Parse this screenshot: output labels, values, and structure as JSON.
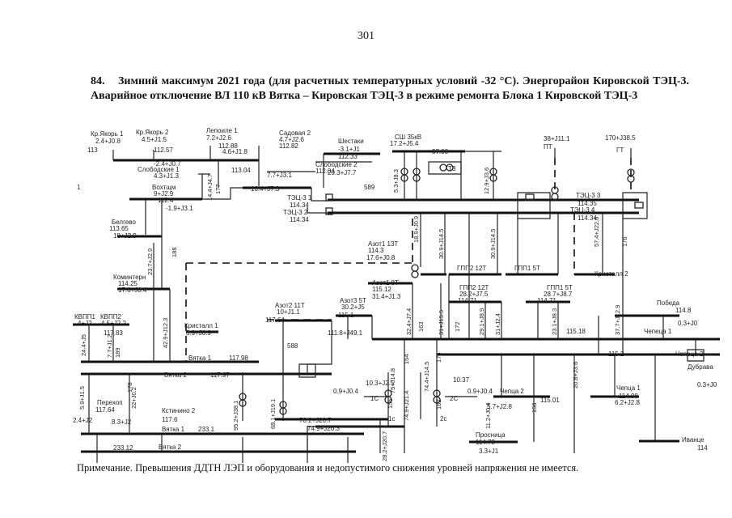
{
  "page_number": "301",
  "heading": {
    "number": "84.",
    "text": "Зимний максимум 2021 года (для расчетных температурных условий -32 °С). Энергорайон Кировской ТЭЦ-3. Аварийное отключение ВЛ 110 кВ Вятка – Кировская ТЭЦ-3 в режиме ремонта Блока 1 Кировской ТЭЦ-3"
  },
  "note": "Примечание. Превышения ДДТН ЛЭП и оборудования и недопустимого снижения уровней напряжения не имеется.",
  "diagram": {
    "nodes": [
      {
        "id": "kr_yakorya1",
        "label": "Кр.Якорь 1",
        "flow": "2.4+J0.8",
        "voltage": "113"
      },
      {
        "id": "kr_yakorya2",
        "label": "Кр.Якорь 2",
        "flow": "4.5+J1.5",
        "voltage": "112.57"
      },
      {
        "id": "lepoile1",
        "label": "Лепоиле 1",
        "flow": "7.2+J2.6",
        "voltage": "112.88"
      },
      {
        "id": "sadovaya2",
        "label": "Садовая 2",
        "flow": "4.7+J2.6",
        "voltage": "112.82"
      },
      {
        "id": "shestaki",
        "label": "Шестаки",
        "flow": "-3.1+J1",
        "voltage": "112.33"
      },
      {
        "id": "sh35",
        "label": "СШ 35кВ",
        "flow": "17.2+J5.4",
        "voltage": "37.08"
      },
      {
        "id": "t3",
        "label": "Т3"
      },
      {
        "id": "gt",
        "label": "ГТ",
        "flow": "170+J38.5"
      },
      {
        "id": "pt",
        "label": "ПТ",
        "flow": "38+J11.1"
      },
      {
        "id": "slobodskoe1",
        "label": "Слободские 1",
        "flow": "4.3+J1.3",
        "voltage": "113.04"
      },
      {
        "id": "slobodskoe2",
        "label": "Слободские 2",
        "voltage": "112.04"
      },
      {
        "id": "vokhtsh",
        "label": "Вохтщм",
        "flow": "9+J2.9",
        "voltage": "112.4"
      },
      {
        "id": "tec3_1",
        "label": "ТЭЦ-3 1",
        "voltage": "114.34"
      },
      {
        "id": "tec3_2",
        "label": "ТЭЦ-3 2",
        "voltage": "114.34"
      },
      {
        "id": "tec3_3",
        "label": "ТЭЦ-3 3",
        "voltage": "114.35"
      },
      {
        "id": "tec3_4",
        "label": "ТЭЦ-3 4",
        "voltage": "114.34"
      },
      {
        "id": "belgevo",
        "label": "Белгево",
        "voltage": "113.65",
        "flow": "18+J2.9"
      },
      {
        "id": "azot1_13t",
        "label": "Азот1 13Т",
        "voltage": "114.3",
        "flow": "17.6+J0.8"
      },
      {
        "id": "gpp2_12t",
        "label": "ГПП2 12Т"
      },
      {
        "id": "gpp1_5t",
        "label": "ГПП1 5Т"
      },
      {
        "id": "kristall2",
        "label": "Кристалл 2"
      },
      {
        "id": "komintern",
        "label": "Коминтерн",
        "voltage": "114.25",
        "flow": "17.6+J0.4"
      },
      {
        "id": "azot1_8t",
        "label": "Азот1 8Т",
        "voltage": "115.12",
        "flow": "31.4+J1.3"
      },
      {
        "id": "gpp2_12t_b",
        "label": "ГПП2 12Т",
        "flow": "28.2+J7.5",
        "voltage": "114.71"
      },
      {
        "id": "gpp1_5t_b",
        "label": "ГПП1 5Т",
        "flow": "28.7+J8.7",
        "voltage": "114.71"
      },
      {
        "id": "pobeda",
        "label": "Победа",
        "voltage": "114.8",
        "flow": "0.3+J0"
      },
      {
        "id": "kvspp1",
        "label": "КВПП1",
        "flow": "4+J2"
      },
      {
        "id": "kvspp2",
        "label": "КВПП2",
        "flow": "4.5+J2.2",
        "voltage": "117.83"
      },
      {
        "id": "azot2_11t",
        "label": "Азот2 11Т",
        "flow": "10+J1.1",
        "voltage": "117.64"
      },
      {
        "id": "azot3_5t",
        "label": "Азот3 5Т",
        "flow": "30.2+J5",
        "voltage": "115.1"
      },
      {
        "id": "kristall1",
        "label": "Кристалл 1",
        "flow": "3.9+J0.9"
      },
      {
        "id": "chepca1",
        "label": "Чепеца 1",
        "voltage": "115.18"
      },
      {
        "id": "chepca2",
        "label": "Чепеца 2",
        "voltage": "115.2"
      },
      {
        "id": "vyatka1",
        "label": "Вятка 1",
        "voltage": "117.98"
      },
      {
        "id": "vyatka2",
        "label": "Вятка 2",
        "voltage": "117.97"
      },
      {
        "id": "dubrava",
        "label": "Дубрава",
        "flow": "0.3+J0"
      },
      {
        "id": "perekhop",
        "label": "Перехоп",
        "voltage": "117.64"
      },
      {
        "id": "kstinino2",
        "label": "Кстинино 2",
        "voltage": "117.6"
      },
      {
        "id": "vyatka1b",
        "label": "Вятка 1",
        "voltage": "233.1"
      },
      {
        "id": "vyatka2b",
        "label": "Вятка 2",
        "voltage": "233.12"
      },
      {
        "id": "chepca_1b",
        "label": "Чепца 1",
        "voltage": "114.98",
        "flow": "6.2+J2.8"
      },
      {
        "id": "chepca_2b",
        "label": "Чепца 2",
        "voltage": "115.01",
        "flow": "5.7+J2.8"
      },
      {
        "id": "prosnitsa",
        "label": "Просница",
        "voltage": "114.73",
        "flow": "3.3+J1"
      },
      {
        "id": "ivanovo",
        "label": "Иванце",
        "voltage": "114"
      }
    ],
    "line_flows": [
      "-2.4+J0.7",
      "4.6+J1.8",
      "20.3+J7.7",
      "7.7+J3.1",
      "16.4+J7.3",
      "-1.9+J3.1",
      "12.4",
      "14.4+J4.7",
      "23.7+J2.9",
      "42.9+J12.3",
      "5.3+J8.3",
      "18.9+J0.9",
      "30.9+J14.5",
      "30.9+J14.5",
      "12.9+J3.6",
      "57.4+J22.6",
      "111.8+J49.1",
      "32.4+J7.4",
      "31+J15.5",
      "29.1+J8.9",
      "31+J2.4",
      "23.1+J8.3",
      "37.7+J12.9",
      "0.9+J0.4",
      "10.3+J2.5",
      "75+J14.8",
      "74.4+J14.5",
      "10.37",
      "0.9+J0.4",
      "74.9+J21.4",
      "78.2+J20.7",
      "74.9+J20.3",
      "28.2+J20.7",
      "9.5+J2.7",
      "68.1+J19.1",
      "95.2+J38.1",
      "5.9+J1.5",
      "22+J0.2",
      "7.7+J1.2",
      "11.2+J0.4",
      "20.8+J3.6",
      "2.4+J2",
      "24.4+J5",
      "8.3+J2"
    ],
    "small_labels": [
      "1C",
      "2C",
      "1c",
      "2c",
      "154",
      "155",
      "156",
      "162",
      "163",
      "172",
      "175",
      "176",
      "177",
      "178",
      "188",
      "189",
      "588",
      "589",
      "1"
    ],
    "colors": {
      "ink": "#111111",
      "paper": "#ffffff"
    }
  }
}
